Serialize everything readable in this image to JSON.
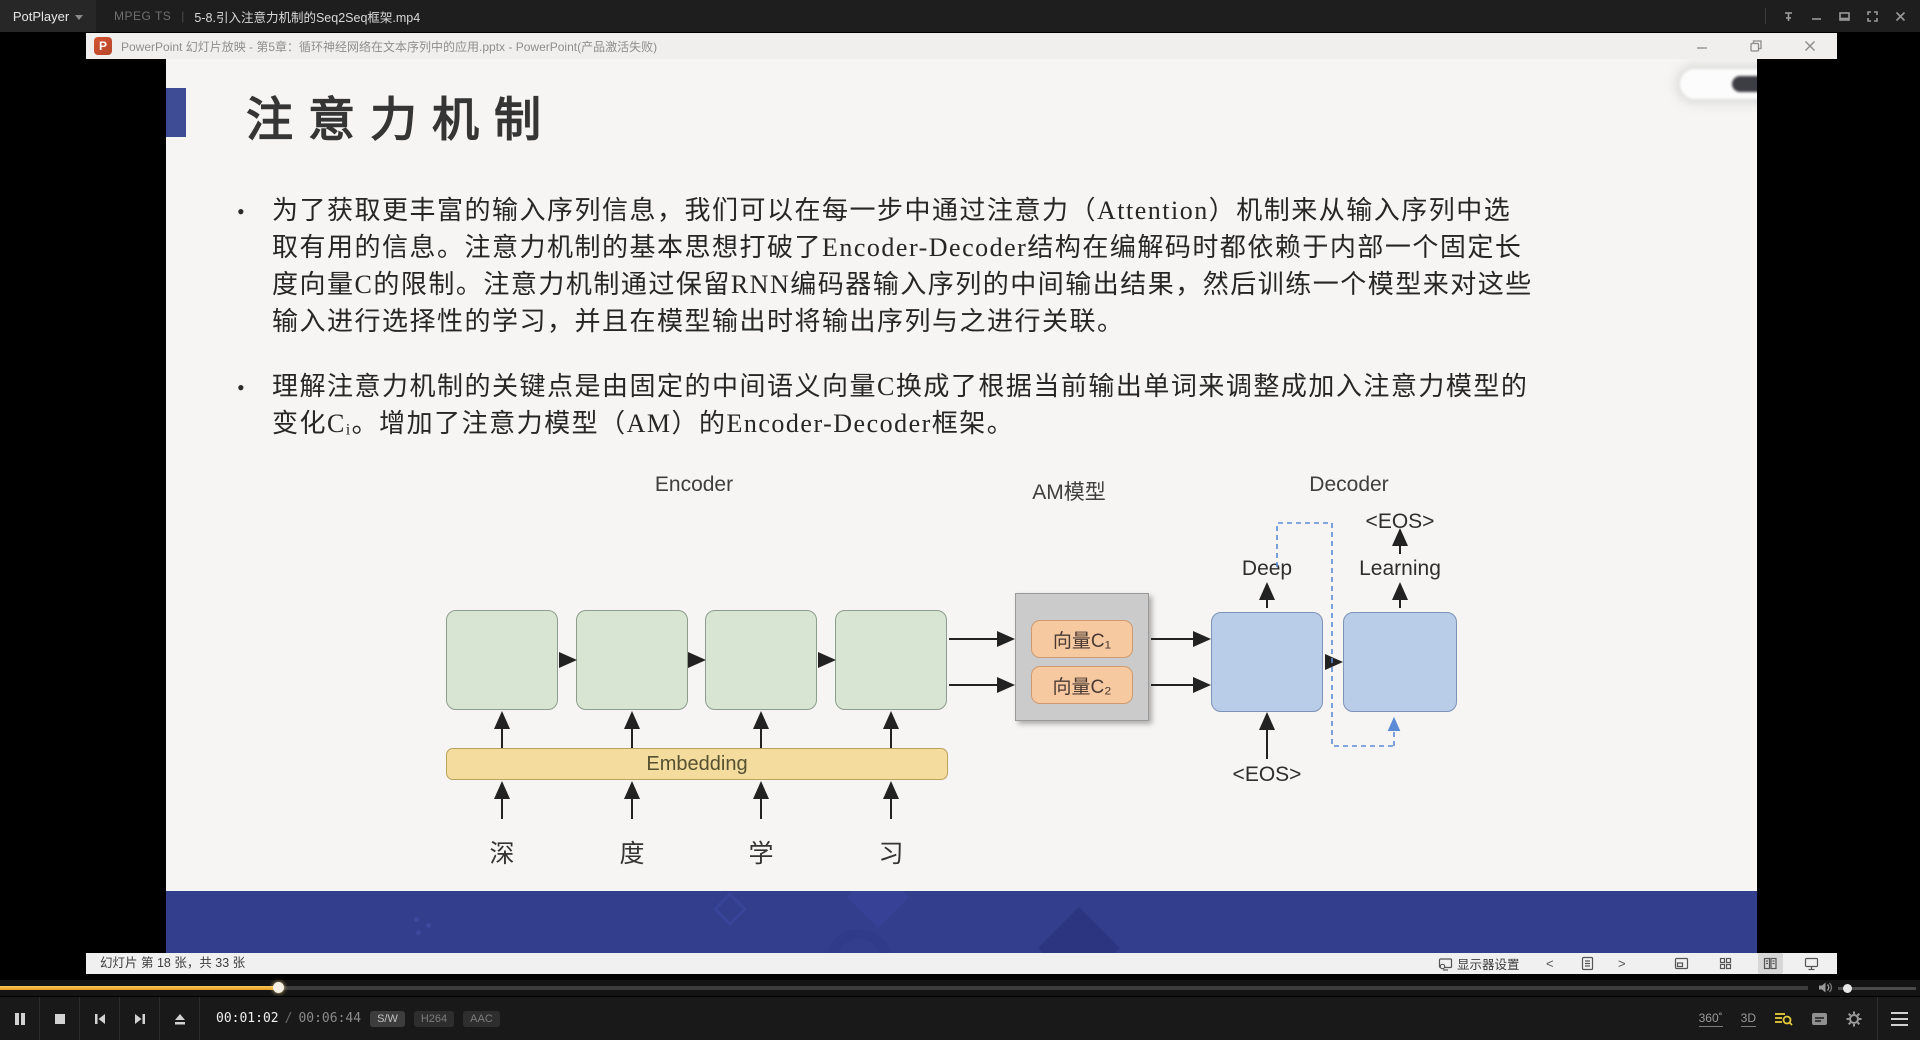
{
  "window": {
    "app": "PotPlayer",
    "stream_badge": "MPEG TS",
    "separator": "|",
    "media_title": "5-8.引入注意力机制的Seq2Seq框架.mp4"
  },
  "player": {
    "time_current": "00:01:02",
    "time_sep": "/",
    "time_total": "00:06:44",
    "badges": [
      "S/W",
      "H264",
      "AAC"
    ],
    "rotate_label": "360˚",
    "stereo_label": "3D",
    "progress_pct": 15.35,
    "volume_pct": 11,
    "accent_orange": "#e89d25",
    "playlist_icon_color": "#e8cb3a"
  },
  "powerpoint": {
    "window_title": "PowerPoint 幻灯片放映  -  第5章：循环神经网络在文本序列中的应用.pptx - PowerPoint(产品激活失败)",
    "app_icon_letter": "P",
    "status_text": "幻灯片 第 18 张，共 33 张",
    "display_settings_label": "显示器设置",
    "nav_prev": "<",
    "nav_next": ">"
  },
  "slide": {
    "title": "注意力机制",
    "bullet_marker": "•",
    "bullet1_lines": [
      "为了获取更丰富的输入序列信息，我们可以在每一步中通过注意力（Attention）机制来从输入序列中选",
      "取有用的信息。注意力机制的基本思想打破了Encoder-Decoder结构在编解码时都依赖于内部一个固定长",
      "度向量C的限制。注意力机制通过保留RNN编码器输入序列的中间输出结果，然后训练一个模型来对这些",
      "输入进行选择性的学习，并且在模型输出时将输出序列与之进行关联。"
    ],
    "bullet2_lines": [
      "理解注意力机制的关键点是由固定的中间语义向量C换成了根据当前输出单词来调整成加入注意力模型的",
      "变化Cᵢ。增加了注意力模型（AM）的Encoder-Decoder框架。"
    ],
    "diagram": {
      "encoder_label": "Encoder",
      "am_label": "AM模型",
      "decoder_label": "Decoder",
      "vector_c1": "向量C₁",
      "vector_c2": "向量C₂",
      "embedding_label": "Embedding",
      "inputs": [
        "深",
        "度",
        "学",
        "习"
      ],
      "output_word1": "Deep",
      "output_word2": "Learning",
      "eos_top": "<EOS>",
      "eos_bottom": "<EOS>",
      "colors": {
        "encoder_block": "#d9e5d3",
        "decoder_block": "#b9cce8",
        "am_box": "#cbcbcb",
        "vector_box": "#f6c9a0",
        "embedding_box": "#f3dc9e",
        "dashed_line": "#5b8bd6",
        "footer_band": "#333e8c"
      }
    }
  }
}
